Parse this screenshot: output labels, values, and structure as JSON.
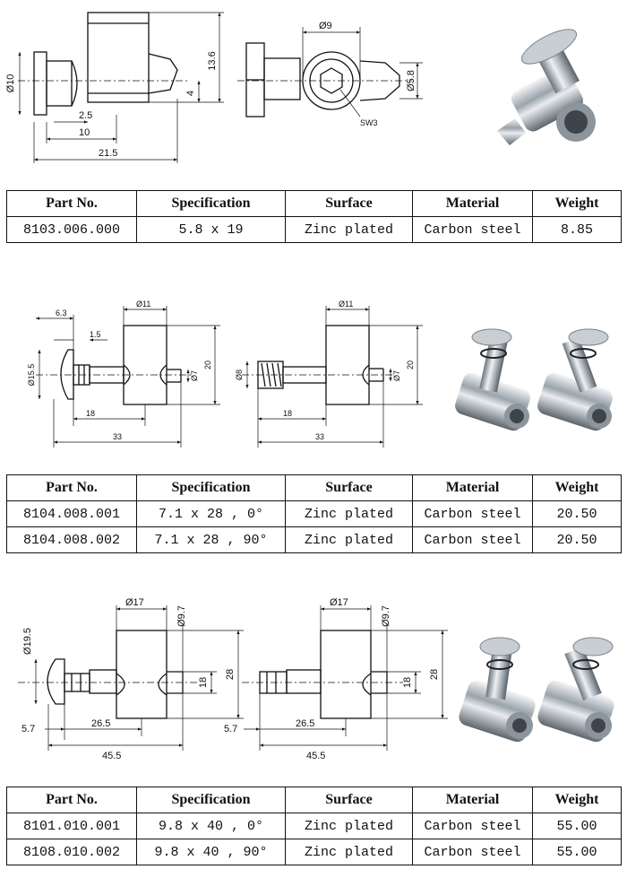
{
  "columns": [
    "Part No.",
    "Specification",
    "Surface",
    "Material",
    "Weight"
  ],
  "products": [
    {
      "dims": {
        "d10": "Ø10",
        "l2_5": "2.5",
        "l10": "10",
        "l21_5": "21.5",
        "d9": "Ø9",
        "h13_6": "13.6",
        "h4": "4",
        "d5_8": "Ø5.8",
        "sw3": "SW3"
      },
      "rows": [
        [
          "8103.006.000",
          "5.8 x 19",
          "Zinc plated",
          "Carbon steel",
          "8.85"
        ]
      ]
    },
    {
      "dims": {
        "l6_3": "6.3",
        "l1_5": "1.5",
        "d15_5": "Ø15.5",
        "l18a": "18",
        "l33a": "33",
        "d11a": "Ø11",
        "d7a": "Ø7",
        "h20a": "20",
        "d11b": "Ø11",
        "d8": "Ø8",
        "d7b": "Ø7",
        "h20b": "20",
        "l18b": "18",
        "l33b": "33"
      },
      "rows": [
        [
          "8104.008.001",
          "7.1 x 28 , 0°",
          "Zinc plated",
          "Carbon steel",
          "20.50"
        ],
        [
          "8104.008.002",
          "7.1 x 28 , 90°",
          "Zinc plated",
          "Carbon steel",
          "20.50"
        ]
      ]
    },
    {
      "dims": {
        "d19_5": "Ø19.5",
        "d17a": "Ø17",
        "d9_7a": "Ø9.7",
        "h18a": "18",
        "h28a": "28",
        "l5_7a": "5.7",
        "l26_5a": "26.5",
        "l45_5a": "45.5",
        "d17b": "Ø17",
        "d9_7b": "Ø9.7",
        "h18b": "18",
        "h28b": "28",
        "l5_7b": "5.7",
        "l26_5b": "26.5",
        "l45_5b": "45.5"
      },
      "rows": [
        [
          "8101.010.001",
          "9.8 x 40 , 0°",
          "Zinc plated",
          "Carbon steel",
          "55.00"
        ],
        [
          "8108.010.002",
          "9.8 x 40 , 90°",
          "Zinc plated",
          "Carbon steel",
          "55.00"
        ]
      ]
    }
  ]
}
